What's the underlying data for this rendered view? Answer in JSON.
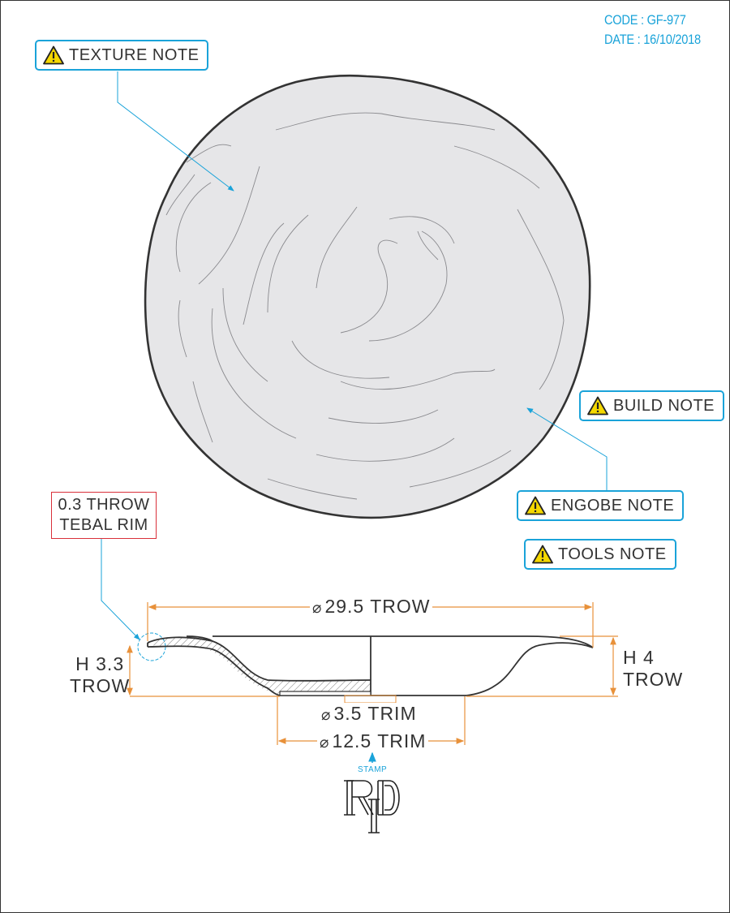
{
  "header": {
    "code": "CODE : GF-977",
    "date": "DATE : 16/10/2018"
  },
  "notes": {
    "texture": "TEXTURE NOTE",
    "build": "BUILD NOTE",
    "engobe": "ENGOBE NOTE",
    "tools": "TOOLS NOTE"
  },
  "rim_note": {
    "line1": "0.3 THROW",
    "line2": "TEBAL RIM"
  },
  "dimensions": {
    "overall_diameter": "29.5 TROW",
    "foot_inner_diameter": "3.5 TRIM",
    "foot_outer_diameter": "12.5 TRIM",
    "height_left_line1": "H 3.3",
    "height_left_line2": "TROW",
    "height_right_line1": "H 4",
    "height_right_line2": "TROW",
    "diameter_symbol": "⌀"
  },
  "stamp": {
    "label": "STAMP",
    "icon": "rd-monogram-stamp-icon"
  },
  "colors": {
    "accent_blue": "#1aa3d9",
    "dimension_orange": "#e8913a",
    "rim_red": "#d9303a",
    "plate_fill": "#e6e6e8",
    "line_dark": "#333333",
    "warning_yellow": "#f5d800"
  },
  "icons": {
    "warning": "warning-triangle-icon"
  }
}
